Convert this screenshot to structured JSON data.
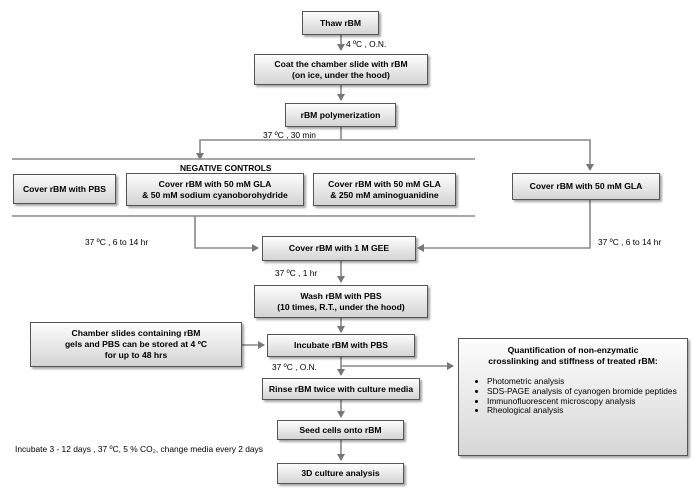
{
  "steps": {
    "thaw": "Thaw rBM",
    "coat": "Coat the chamber slide with rBM\n(on ice, under the hood)",
    "polymerization": "rBM polymerization",
    "cover_pbs": "Cover rBM with PBS",
    "cover_gla_cyano": "Cover rBM with 50 mM GLA\n& 50 mM sodium cyanoborohydride",
    "cover_gla_amino": "Cover rBM with 50 mM GLA\n& 250 mM aminoguanidine",
    "cover_gla": "Cover rBM with 50 mM GLA",
    "cover_gee": "Cover  rBM with 1 M GEE",
    "wash": "Wash rBM with PBS\n(10 times, R.T., under the hood)",
    "storage_note": "Chamber slides containing rBM\ngels and PBS can be stored at 4 ºC\nfor up to 48 hrs",
    "incubate": "Incubate rBM with PBS",
    "rinse": "Rinse rBM twice with culture media",
    "seed": "Seed cells onto rBM",
    "analysis": "3D culture analysis"
  },
  "labels": {
    "negative_controls": "NEGATIVE CONTROLS",
    "thaw_cond": "4 ºC , O.N.",
    "poly_cond": "37 ºC , 30 min",
    "left_cond": "37 ºC ,  6 to 14 hr",
    "right_cond": "37 ºC ,  6 to 14 hr",
    "gee_cond": "37 ºC ,  1 hr",
    "incubate_cond": "37 ºC ,  O.N.",
    "seed_cond": "Incubate 3 - 12 days , 37 ºC, 5 % CO₂, change media every 2 days"
  },
  "quantification": {
    "title": "Quantification of non-enzymatic\ncrosslinking and stiffness of treated rBM:",
    "items": [
      "Photometric analysis",
      "SDS-PAGE analysis of cyanogen bromide peptides",
      "Immunofluorescent microscopy analysis",
      "Rheological analysis"
    ]
  }
}
